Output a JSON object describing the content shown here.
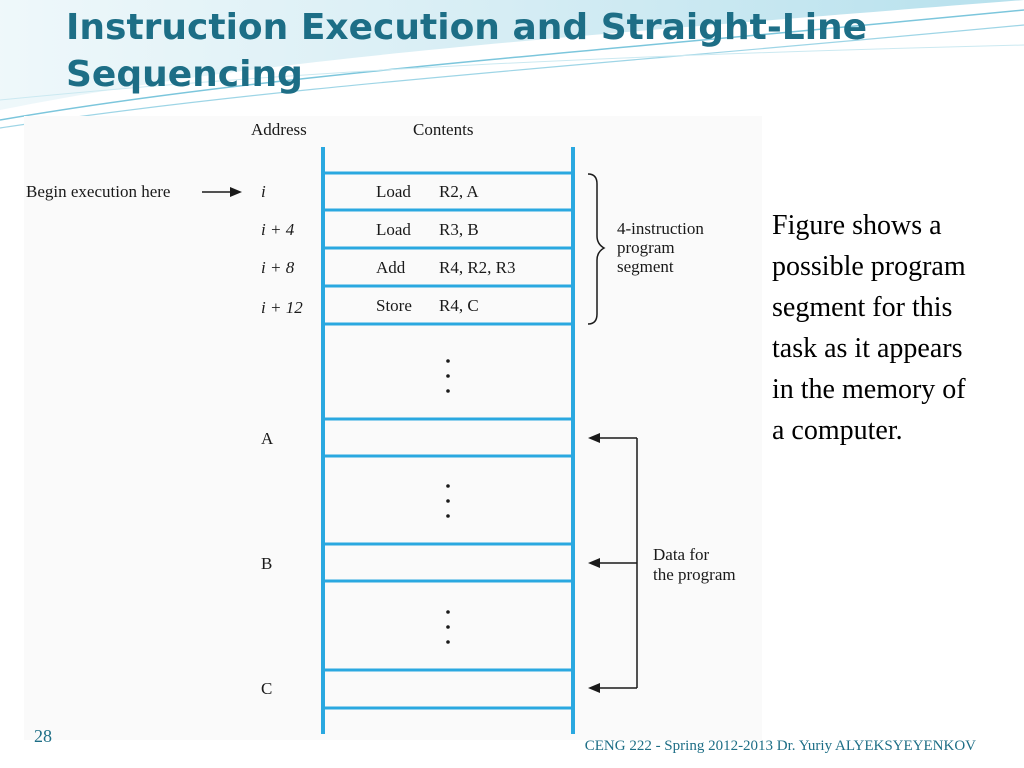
{
  "slide": {
    "title": "Instruction Execution and Straight-Line Sequencing",
    "number": "28",
    "footer": "CENG 222 - Spring 2012-2013   Dr. Yuriy ALYEKSYEYENKOV"
  },
  "diagram": {
    "address_header": "Address",
    "contents_header": "Contents",
    "begin_label": "Begin execution here",
    "rows": [
      {
        "address": "i",
        "op": "Load",
        "operands": "R2, A"
      },
      {
        "address": "i + 4",
        "op": "Load",
        "operands": "R3, B"
      },
      {
        "address": "i + 8",
        "op": "Add",
        "operands": "R4, R2, R3"
      },
      {
        "address": "i + 12",
        "op": "Store",
        "operands": "R4, C"
      }
    ],
    "segment_label": [
      "4-instruction",
      "program",
      "segment"
    ],
    "data_addresses": [
      "A",
      "B",
      "C"
    ],
    "data_label": [
      "Data for",
      "the program"
    ]
  },
  "description": "Figure shows a possible program segment for this task as it appears in the memory of a computer."
}
